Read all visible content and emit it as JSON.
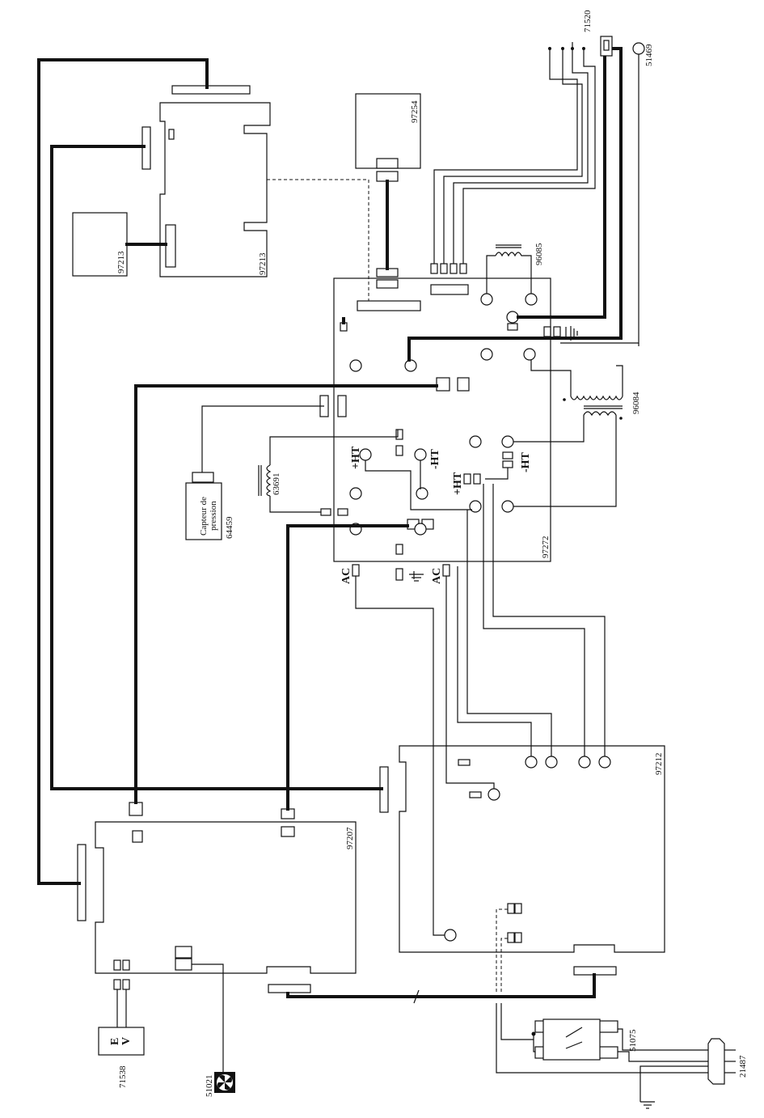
{
  "boards": {
    "b97213_main": "97213",
    "b97213_small": "97213",
    "b97254": "97254",
    "b97272": "97272",
    "b97212": "97212",
    "b97207": "97207"
  },
  "components": {
    "c71520": "71520",
    "c51469": "51469",
    "c96085": "96085",
    "c96084": "96084",
    "c63691": "63691",
    "c64459": "64459",
    "c51075": "51075",
    "c21487": "21487",
    "c71538": "71538",
    "c51021": "51021"
  },
  "pressure_sensor": {
    "line1": "Capteur de",
    "line2": "pression"
  },
  "ev_label": {
    "e": "E",
    "v": "V"
  },
  "hv_labels": {
    "plus_ht_1": "+HT",
    "minus_ht_1": "-HT",
    "plus_ht_2": "+HT",
    "minus_ht_2": "-HT"
  },
  "ac_labels": {
    "ac_1": "AC",
    "ac_2": "AC"
  }
}
